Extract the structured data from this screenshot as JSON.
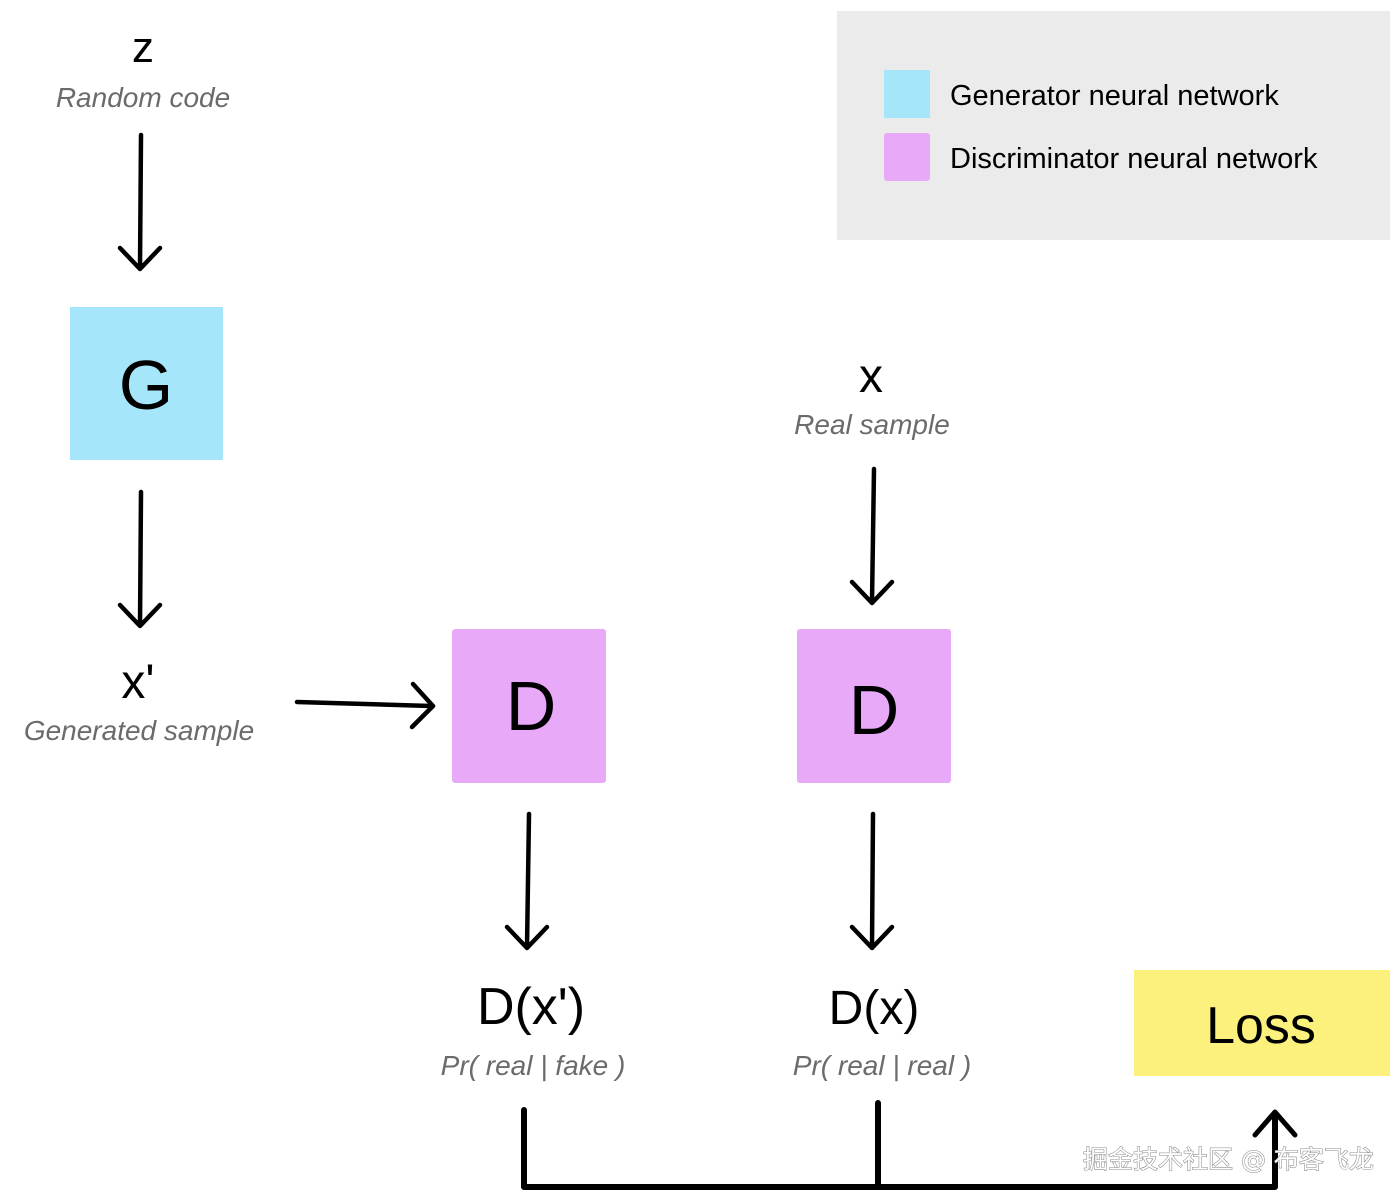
{
  "diagram": {
    "title": "Generative Adversarial Network training flow",
    "legend": {
      "items": [
        {
          "label": "Generator neural network",
          "color": "#a6e6fb"
        },
        {
          "label": "Discriminator neural network",
          "color": "#e8a9f8"
        }
      ],
      "background": "#ebebeb"
    },
    "nodes": {
      "z": {
        "symbol": "z",
        "caption": "Random code"
      },
      "generator": {
        "label": "G",
        "color": "#a6e6fb"
      },
      "x_prime": {
        "symbol": "x'",
        "caption": "Generated sample"
      },
      "x": {
        "symbol": "x",
        "caption": "Real sample"
      },
      "discriminator_fake": {
        "label": "D",
        "color": "#e8a9f8"
      },
      "discriminator_real": {
        "label": "D",
        "color": "#e8a9f8"
      },
      "d_x_prime": {
        "symbol": "D(x')",
        "caption": "Pr( real | fake )"
      },
      "d_x": {
        "symbol": "D(x)",
        "caption": "Pr( real | real )"
      },
      "loss": {
        "label": "Loss",
        "color": "#fbf17c"
      }
    },
    "edges": [
      {
        "from": "z",
        "to": "generator"
      },
      {
        "from": "generator",
        "to": "x_prime"
      },
      {
        "from": "x_prime",
        "to": "discriminator_fake"
      },
      {
        "from": "x",
        "to": "discriminator_real"
      },
      {
        "from": "discriminator_fake",
        "to": "d_x_prime"
      },
      {
        "from": "discriminator_real",
        "to": "d_x"
      },
      {
        "from": "d_x_prime",
        "to": "loss"
      },
      {
        "from": "d_x",
        "to": "loss"
      }
    ],
    "watermark": "掘金技术社区 @ 布客飞龙"
  }
}
